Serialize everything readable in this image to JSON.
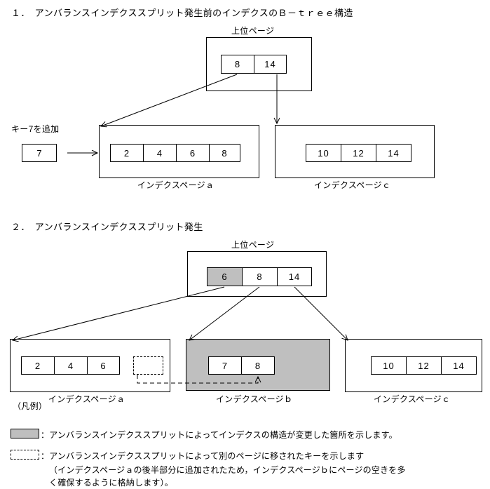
{
  "document": {
    "title_section1": "１．　アンバランスインデクススプリット発生前のインデクスのＢ－ｔｒｅｅ構造",
    "title_section2": "２．　アンバランスインデクススプリット発生"
  },
  "section1": {
    "upper_page_label": "上位ページ",
    "upper_page_keys": [
      "8",
      "14"
    ],
    "add_key_label": "キー7を追加",
    "add_key_value": "7",
    "page_a": {
      "caption": "インデクスページａ",
      "keys": [
        "2",
        "4",
        "6",
        "8"
      ]
    },
    "page_c": {
      "caption": "インデクスページｃ",
      "keys": [
        "10",
        "12",
        "14"
      ]
    }
  },
  "section2": {
    "upper_page_label": "上位ページ",
    "upper_page_keys": [
      {
        "value": "6",
        "shaded": true
      },
      {
        "value": "8",
        "shaded": false
      },
      {
        "value": "14",
        "shaded": false
      }
    ],
    "page_a": {
      "caption": "インデクスページａ",
      "keys": [
        "2",
        "4",
        "6"
      ],
      "empty_slot_dashed": true
    },
    "page_b": {
      "caption": "インデクスページｂ",
      "keys": [
        "7",
        "8"
      ],
      "shaded": true
    },
    "page_c": {
      "caption": "インデクスページｃ",
      "keys": [
        "10",
        "12",
        "14"
      ]
    }
  },
  "legend": {
    "title": "（凡例）",
    "gray_entry": "：アンバランスインデクススプリットによってインデクスの構造が変更した箇所を示します。",
    "dashed_entry_line1": "：アンバランスインデクススプリットによって別のページに移されたキーを示します",
    "dashed_entry_line2": "（インデクスページａの後半部分に追加されたため，インデクスページｂにページの空きを多",
    "dashed_entry_line3": "く確保するように格納します）。"
  },
  "colors": {
    "shade": "#bfbfbf",
    "line": "#000000",
    "background": "#ffffff"
  }
}
